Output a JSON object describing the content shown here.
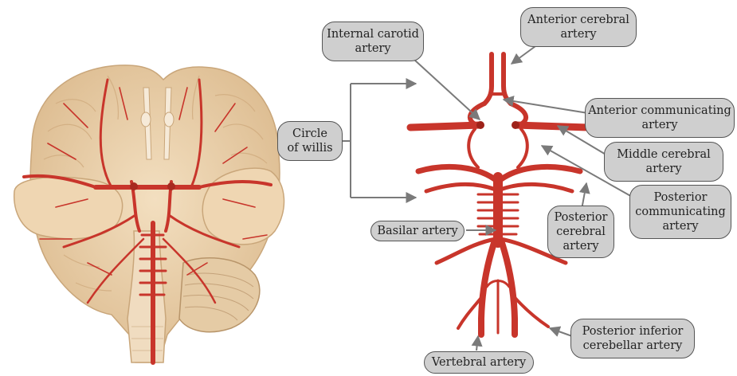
{
  "labels": {
    "internal_carotid": [
      "Internal carotid",
      "artery"
    ],
    "anterior_cerebral": [
      "Anterior cerebral",
      "artery"
    ],
    "anterior_communicating": [
      "Anterior communicating",
      "artery"
    ],
    "circle_of_willis": [
      "Circle",
      "of willis"
    ],
    "middle_cerebral": [
      "Middle cerebral",
      "artery"
    ],
    "posterior_communicating": [
      "Posterior",
      "communicating",
      "artery"
    ],
    "basilar": [
      "Basilar artery"
    ],
    "posterior_cerebral": [
      "Posterior",
      "cerebral",
      "artery"
    ],
    "vertebral": [
      "Vertebral  artery"
    ],
    "posterior_inferior_cerebellar": [
      "Posterior inferior",
      "cerebellar artery"
    ]
  },
  "colors": {
    "artery": "#c8352b",
    "artery_dark": "#9e2219",
    "brain": "#ecd3ae",
    "brain_shadow": "#d4b488",
    "label_fill": "#cfcfcf",
    "pointer": "#7a7a7a"
  }
}
